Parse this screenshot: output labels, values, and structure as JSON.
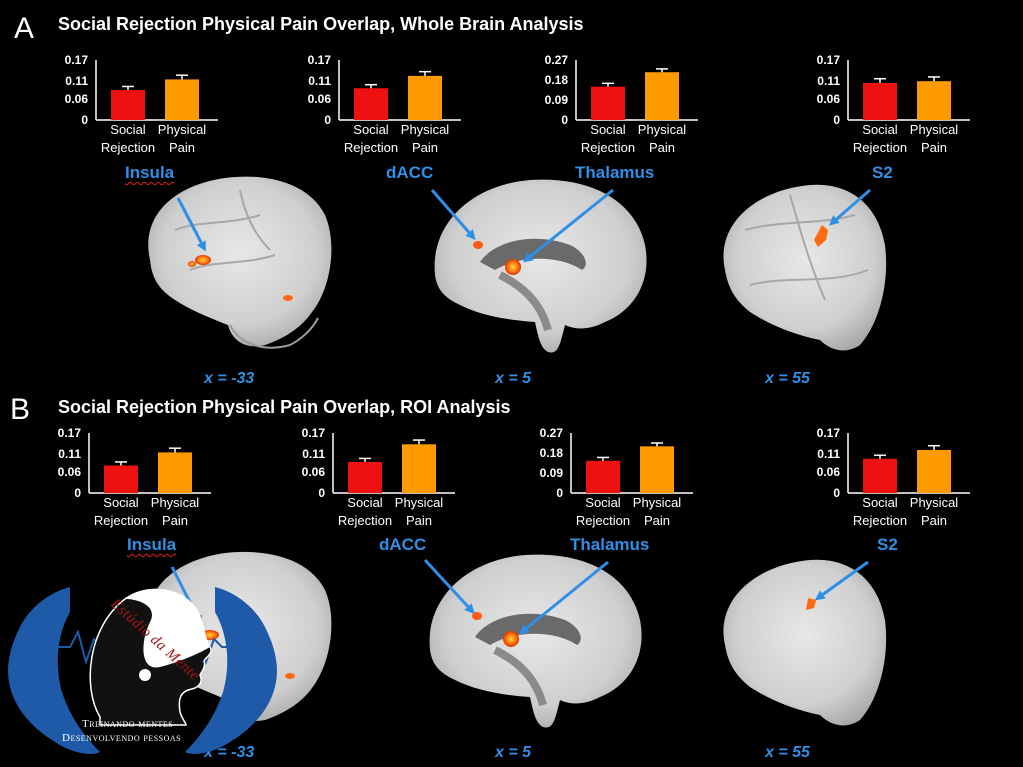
{
  "panels": [
    {
      "letter": "A",
      "title": "Social Rejection Physical Pain Overlap, Whole Brain Analysis",
      "labels": [
        "Insula",
        "dACC",
        "Thalamus",
        "S2"
      ],
      "coords": [
        "x = -33",
        "x = 5",
        "x = 55"
      ]
    },
    {
      "letter": "B",
      "title": "Social Rejection Physical Pain Overlap, ROI Analysis",
      "labels": [
        "Insula",
        "dACC",
        "Thalamus",
        "S2"
      ],
      "coords": [
        "x = -33",
        "x = 5",
        "x = 55"
      ]
    }
  ],
  "logo": {
    "name": "Estúdio da Mente",
    "tagline_1": "Treinando mentes",
    "tagline_2": "Desenvolvendo pessoas"
  },
  "colors": {
    "social": "#ee1111",
    "physical": "#ff9900",
    "label_blue": "#2f8fe6"
  },
  "chart_data": [
    {
      "type": "bar",
      "panel": "A",
      "region": "Insula",
      "categories": [
        "Social Rejection",
        "Physical Pain"
      ],
      "values": [
        0.085,
        0.115
      ],
      "errors": [
        0.01,
        0.012
      ],
      "yticks": [
        0,
        0.06,
        0.11,
        0.17
      ],
      "ylim": [
        0,
        0.17
      ]
    },
    {
      "type": "bar",
      "panel": "A",
      "region": "dACC",
      "categories": [
        "Social Rejection",
        "Physical Pain"
      ],
      "values": [
        0.09,
        0.125
      ],
      "errors": [
        0.01,
        0.012
      ],
      "yticks": [
        0,
        0.06,
        0.11,
        0.17
      ],
      "ylim": [
        0,
        0.17
      ]
    },
    {
      "type": "bar",
      "panel": "A",
      "region": "Thalamus",
      "categories": [
        "Social Rejection",
        "Physical Pain"
      ],
      "values": [
        0.15,
        0.215
      ],
      "errors": [
        0.015,
        0.015
      ],
      "yticks": [
        0,
        0.09,
        0.18,
        0.27
      ],
      "ylim": [
        0,
        0.27
      ]
    },
    {
      "type": "bar",
      "panel": "A",
      "region": "S2",
      "categories": [
        "Social Rejection",
        "Physical Pain"
      ],
      "values": [
        0.105,
        0.11
      ],
      "errors": [
        0.012,
        0.012
      ],
      "yticks": [
        0,
        0.06,
        0.11,
        0.17
      ],
      "ylim": [
        0,
        0.17
      ]
    },
    {
      "type": "bar",
      "panel": "B",
      "region": "Insula",
      "categories": [
        "Social Rejection",
        "Physical Pain"
      ],
      "values": [
        0.078,
        0.115
      ],
      "errors": [
        0.01,
        0.012
      ],
      "yticks": [
        0,
        0.06,
        0.11,
        0.17
      ],
      "ylim": [
        0,
        0.17
      ]
    },
    {
      "type": "bar",
      "panel": "B",
      "region": "dACC",
      "categories": [
        "Social Rejection",
        "Physical Pain"
      ],
      "values": [
        0.088,
        0.138
      ],
      "errors": [
        0.01,
        0.012
      ],
      "yticks": [
        0,
        0.06,
        0.11,
        0.17
      ],
      "ylim": [
        0,
        0.17
      ]
    },
    {
      "type": "bar",
      "panel": "B",
      "region": "Thalamus",
      "categories": [
        "Social Rejection",
        "Physical Pain"
      ],
      "values": [
        0.145,
        0.21
      ],
      "errors": [
        0.015,
        0.015
      ],
      "yticks": [
        0,
        0.09,
        0.18,
        0.27
      ],
      "ylim": [
        0,
        0.27
      ]
    },
    {
      "type": "bar",
      "panel": "B",
      "region": "S2",
      "categories": [
        "Social Rejection",
        "Physical Pain"
      ],
      "values": [
        0.097,
        0.122
      ],
      "errors": [
        0.01,
        0.012
      ],
      "yticks": [
        0,
        0.06,
        0.11,
        0.17
      ],
      "ylim": [
        0,
        0.17
      ]
    }
  ]
}
